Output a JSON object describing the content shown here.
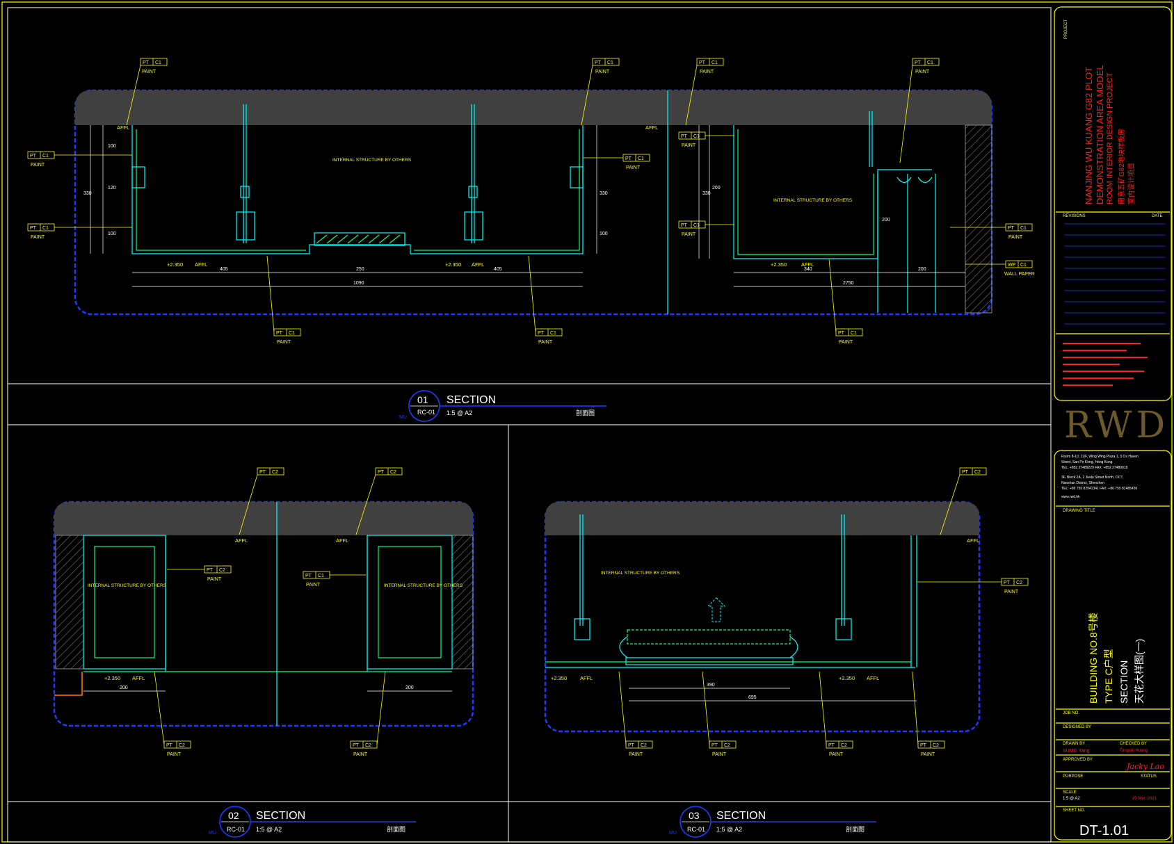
{
  "sheet": {
    "sheet_no": "DT-1.01",
    "colors": {
      "border": "#ffff00",
      "frame": "#ffffff",
      "hatch_cloud": "#1f3bff",
      "ceiling_fill": "#404040",
      "structure": "#00ffff",
      "finish": "#00ff7f",
      "annotation": "#ffff00",
      "title_red": "#ff2020"
    }
  },
  "sections": [
    {
      "id": "s01",
      "number": "01",
      "title": "SECTION",
      "ref": "RC-01",
      "scale": "1:5 @ A2",
      "cn_title": "剖面图",
      "prefix": "MU",
      "dims": [
        "405",
        "250",
        "405",
        "1090",
        "340",
        "200",
        "2750"
      ],
      "levels": [
        "+2.350",
        "AFFL",
        "+2.350",
        "AFFL",
        "+2.350",
        "AFFL"
      ],
      "vert_dims": [
        "100",
        "120",
        "330",
        "100",
        "100",
        "330",
        "200",
        "330",
        "200"
      ],
      "tags": [
        {
          "code": "PT",
          "num": "C1",
          "label": "PAINT"
        },
        {
          "code": "PT",
          "num": "C1",
          "label": "PAINT"
        },
        {
          "code": "PT",
          "num": "C1",
          "label": "PAINT"
        },
        {
          "code": "PT",
          "num": "C1",
          "label": "PAINT"
        },
        {
          "code": "PT",
          "num": "C1",
          "label": "PAINT"
        },
        {
          "code": "PT",
          "num": "C1",
          "label": "PAINT"
        },
        {
          "code": "PT",
          "num": "C1",
          "label": "PAINT"
        },
        {
          "code": "PT",
          "num": "C1",
          "label": "PAINT"
        },
        {
          "code": "PT",
          "num": "C1",
          "label": "PAINT"
        },
        {
          "code": "PT",
          "num": "C1",
          "label": "PAINT"
        },
        {
          "code": "PT",
          "num": "C1",
          "label": "PAINT"
        },
        {
          "code": "PT",
          "num": "C1",
          "label": "PAINT"
        },
        {
          "code": "PT",
          "num": "C1",
          "label": "PAINT"
        },
        {
          "code": "WP",
          "num": "C1",
          "label": "WALL PAPER"
        }
      ],
      "notes": [
        "INTERNAL STRUCTURE BY OTHERS",
        "INTERNAL STRUCTURE BY OTHERS"
      ]
    },
    {
      "id": "s02",
      "number": "02",
      "title": "SECTION",
      "ref": "RC-01",
      "scale": "1:5 @ A2",
      "cn_title": "剖面图",
      "prefix": "MU",
      "dims": [
        "200",
        "200"
      ],
      "levels": [
        "+2.350",
        "AFFL",
        "AFFL",
        "AFFL"
      ],
      "tags": [
        {
          "code": "PT",
          "num": "C2",
          "label": ""
        },
        {
          "code": "PT",
          "num": "C2",
          "label": ""
        },
        {
          "code": "PT",
          "num": "C2",
          "label": "PAINT"
        },
        {
          "code": "PT",
          "num": "C1",
          "label": "PAINT"
        },
        {
          "code": "PT",
          "num": "C2",
          "label": "PAINT"
        },
        {
          "code": "PT",
          "num": "C2",
          "label": "PAINT"
        }
      ],
      "notes": [
        "INTERNAL STRUCTURE BY OTHERS",
        "INTERNAL STRUCTURE BY OTHERS"
      ]
    },
    {
      "id": "s03",
      "number": "03",
      "title": "SECTION",
      "ref": "RC-01",
      "scale": "1:5 @ A2",
      "cn_title": "剖面图",
      "prefix": "MU",
      "dims": [
        "390",
        "695"
      ],
      "levels": [
        "+2.350",
        "AFFL",
        "+2.350",
        "AFFL",
        "AFFL"
      ],
      "tags": [
        {
          "code": "PT",
          "num": "C2",
          "label": ""
        },
        {
          "code": "PT",
          "num": "C2",
          "label": "PAINT"
        },
        {
          "code": "PT",
          "num": "C2",
          "label": "PAINT"
        },
        {
          "code": "PT",
          "num": "C2",
          "label": "PAINT"
        },
        {
          "code": "PT",
          "num": "C2",
          "label": "PAINT"
        },
        {
          "code": "PT",
          "num": "C2",
          "label": "PAINT"
        }
      ],
      "notes": [
        "INTERNAL STRUCTURE BY OTHERS"
      ]
    }
  ],
  "titleblock": {
    "project_label": "PROJECT",
    "project_lines": [
      "NANJING WU KUANG G82 PLOT",
      "DEMONSTRATION AREA MODEL",
      "ROOM INTERIOR DESIGN PROJECT",
      "南京五矿G82地块样板房",
      "室内设计项目"
    ],
    "revisions_label": "REVISIONS",
    "date_label": "DATE",
    "logo": "RWD",
    "address_lines": [
      "Room 8-10, 11/F, Wing Wing Plaza 1, 3 Ox Haven",
      "Street, San Po Kong, Hong Kong",
      "TEL: +852 27489229   FAX: +852 27489018",
      "3F, Block 2A, 2 Jiedu Street North, OCT,",
      "Nanshan District, Shenzhen",
      "TEL: +86 755 82941341   FAX: +86 755 82485436",
      "www.rwd.hk"
    ],
    "drawing_title_label": "DRAWING TITLE",
    "drawing_title_lines": [
      "BUILDING NO.8号楼",
      "TYPE C户型",
      "SECTION",
      "天花大样图(一)"
    ],
    "job_no_label": "JOB NO.",
    "designed_by_label": "DESIGNED BY",
    "drawn_by_label": "DRAWN BY",
    "checked_by_label": "CHECKED BY",
    "approved_by_label": "APPROVED BY",
    "approved_sig": "Jacky Lao",
    "drawn_sig": "SUMG Yang",
    "checked_name": "Tongshi Huang",
    "purpose_label": "PURPOSE",
    "status_label": "STATUS",
    "scale_label": "SCALE",
    "scale_value": "1:5 @ A2",
    "sheet_label": "SHEET NO.",
    "date_value": "20 Mar. 2021"
  }
}
